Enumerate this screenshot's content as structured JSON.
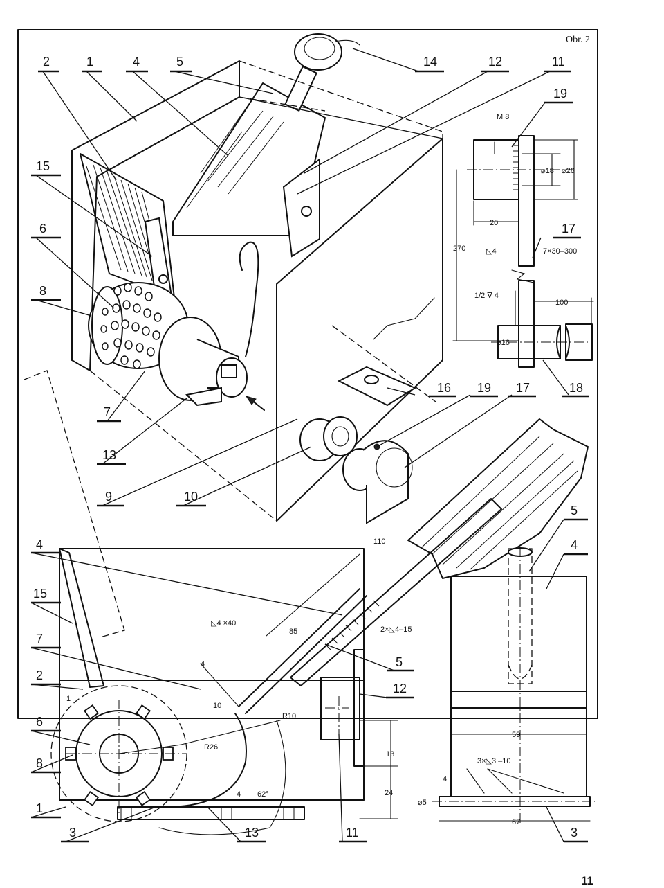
{
  "figure_label": "Obr. 2",
  "page_number": "11",
  "callouts": [
    "1",
    "2",
    "3",
    "4",
    "5",
    "6",
    "7",
    "8",
    "9",
    "10",
    "11",
    "12",
    "13",
    "14",
    "15",
    "16",
    "17",
    "18",
    "19"
  ],
  "dimensions": {
    "m8": "M 8",
    "d18": "⌀18",
    "d26": "⌀26",
    "l20": "20",
    "l270": "270",
    "weld_a4": "◺4",
    "part17_stock": "7×30–300",
    "thread_half": "1/2 ∇ 4",
    "l100": "100",
    "d16": "⌀16",
    "l110": "110",
    "weld_4x40": "◺4 ×40",
    "l85": "85",
    "weld_2x4_15": "2×◺4–15",
    "l4": "4",
    "l10": "10",
    "r10": "R10",
    "r26": "R26",
    "l1": "1",
    "angle62": "62°",
    "l13": "13",
    "l24": "24",
    "l59": "59",
    "weld_3x3_10": "3×◺3 –10",
    "d5": "⌀5",
    "l67": "67",
    "l4b": "4",
    "l4c": "4"
  }
}
